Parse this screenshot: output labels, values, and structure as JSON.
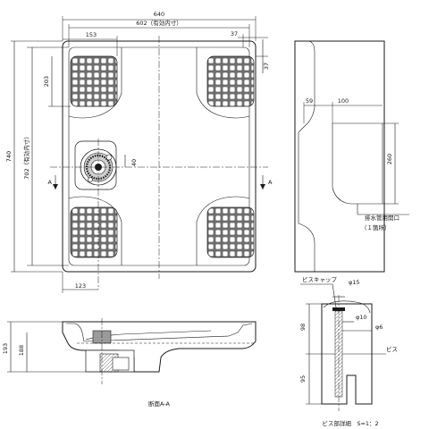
{
  "top_view": {
    "overall_width": "640",
    "inner_width": "602（有効内寸）",
    "pad_width": "153",
    "edge_offset_right": "37",
    "edge_offset_top": "37",
    "pad_depth": "203",
    "overall_depth": "740",
    "inner_depth": "702（有効内寸）",
    "drain_offset": "40",
    "drain_center": "123",
    "section_mark": "A"
  },
  "side_view": {
    "dim_59": "59",
    "dim_100": "100",
    "dim_260": "260",
    "opening_label": "排水管用開口",
    "opening_note": "（１箇所）"
  },
  "section_view": {
    "height_total": "193",
    "height_inner": "188",
    "caption": "断面A-A"
  },
  "screw_detail": {
    "cap_label": "ビスキャップ",
    "dia_15": "φ15",
    "dia_10": "φ10",
    "dia_6": "φ6",
    "screw_label": "ビス",
    "dim_98": "98",
    "dim_95": "95",
    "caption": "ビス部詳細　S=1：2"
  }
}
